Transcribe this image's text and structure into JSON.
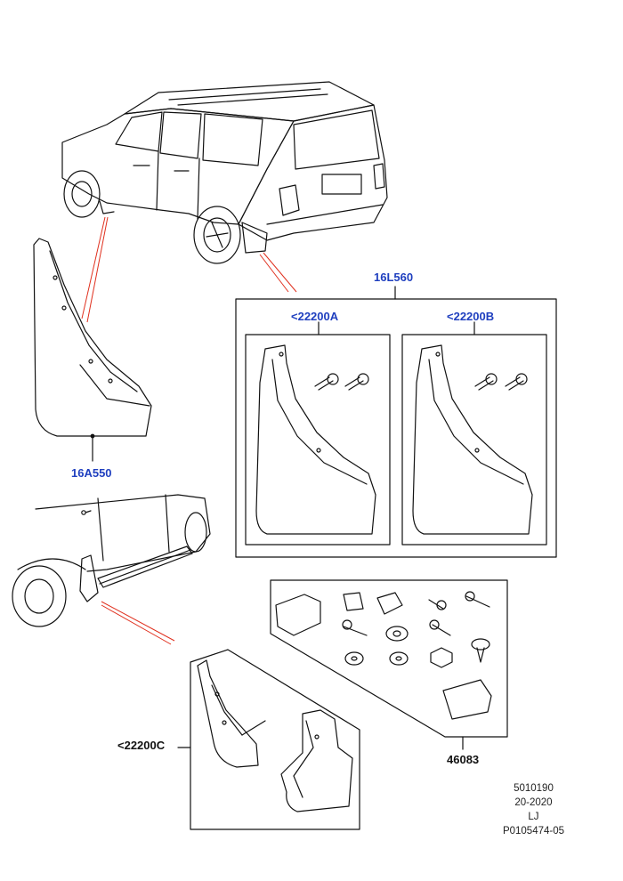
{
  "callouts": {
    "kit_rear": "16L560",
    "rear_left": "<22200A",
    "rear_right": "<22200B",
    "single_flap": "16A550",
    "front_pair": "<22200C",
    "fixings": "46083"
  },
  "reference": {
    "line1": "5010190",
    "line2": "20-2020",
    "line3": "LJ",
    "line4": "P0105474-05"
  },
  "colors": {
    "callout_blue": "#1f3fbf",
    "leader_red": "#e0301e",
    "line_black": "#111111"
  }
}
